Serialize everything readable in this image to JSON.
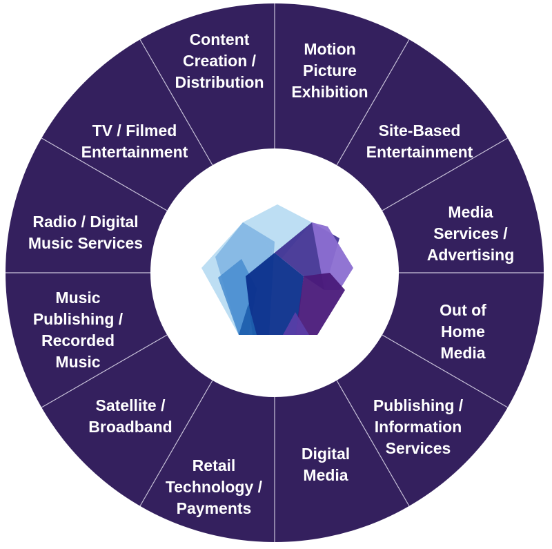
{
  "colors": {
    "ring": "#34205e",
    "divider": "#c9c3da",
    "center": "#ffffff",
    "text": "#ffffff",
    "logo": [
      "#b9dcf2",
      "#7fb4e2",
      "#4b8fd0",
      "#1f5fae",
      "#0b2f8c",
      "#3a2a8f",
      "#5b3fa8",
      "#8b6ed1",
      "#4a1a7a"
    ]
  },
  "logo": {
    "icon": "lotus-crown-icon"
  },
  "segments": [
    {
      "id": "content-creation",
      "lines": [
        "Content",
        "Creation /",
        "Distribution"
      ]
    },
    {
      "id": "motion-picture",
      "lines": [
        "Motion",
        "Picture",
        "Exhibition"
      ]
    },
    {
      "id": "site-based",
      "lines": [
        "Site-Based",
        "Entertainment"
      ]
    },
    {
      "id": "media-services",
      "lines": [
        "Media",
        "Services /",
        "Advertising"
      ]
    },
    {
      "id": "out-of-home",
      "lines": [
        "Out of",
        "Home",
        "Media"
      ]
    },
    {
      "id": "publishing-info",
      "lines": [
        "Publishing /",
        "Information",
        "Services"
      ]
    },
    {
      "id": "digital-media",
      "lines": [
        "Digital",
        "Media"
      ]
    },
    {
      "id": "retail-tech",
      "lines": [
        "Retail",
        "Technology /",
        "Payments"
      ]
    },
    {
      "id": "satellite",
      "lines": [
        "Satellite /",
        "Broadband"
      ]
    },
    {
      "id": "music-publishing",
      "lines": [
        "Music",
        "Publishing /",
        "Recorded",
        "Music"
      ]
    },
    {
      "id": "radio-digital",
      "lines": [
        "Radio / Digital",
        "Music Services"
      ]
    },
    {
      "id": "tv-filmed",
      "lines": [
        "TV / Filmed",
        "Entertainment"
      ]
    }
  ]
}
